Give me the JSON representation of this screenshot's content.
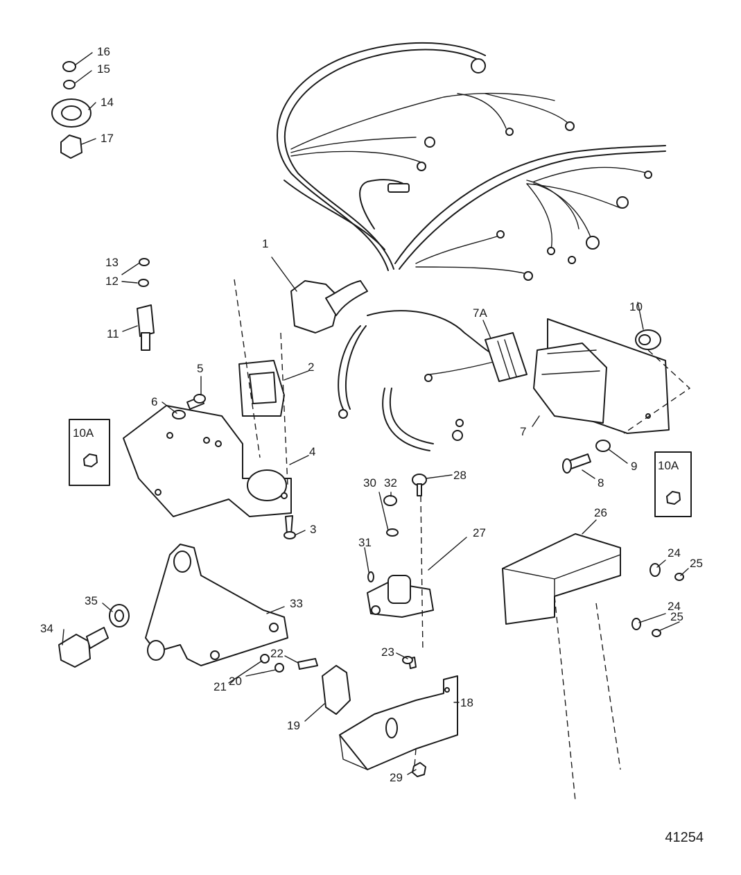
{
  "figure_number": "41254",
  "callouts": {
    "c1": "1",
    "c2": "2",
    "c3": "3",
    "c4": "4",
    "c5": "5",
    "c6": "6",
    "c7": "7",
    "c7a": "7A",
    "c8": "8",
    "c9": "9",
    "c10": "10",
    "c10a_left": "10A",
    "c10a_right": "10A",
    "c11": "11",
    "c12": "12",
    "c13": "13",
    "c14": "14",
    "c15": "15",
    "c16": "16",
    "c17": "17",
    "c18": "18",
    "c19": "19",
    "c20": "20",
    "c21": "21",
    "c22": "22",
    "c23": "23",
    "c24a": "24",
    "c24b": "24",
    "c25a": "25",
    "c25b": "25",
    "c26": "26",
    "c27": "27",
    "c28": "28",
    "c29": "29",
    "c30": "30",
    "c31": "31",
    "c32": "32",
    "c33": "33",
    "c34": "34",
    "c35": "35"
  }
}
